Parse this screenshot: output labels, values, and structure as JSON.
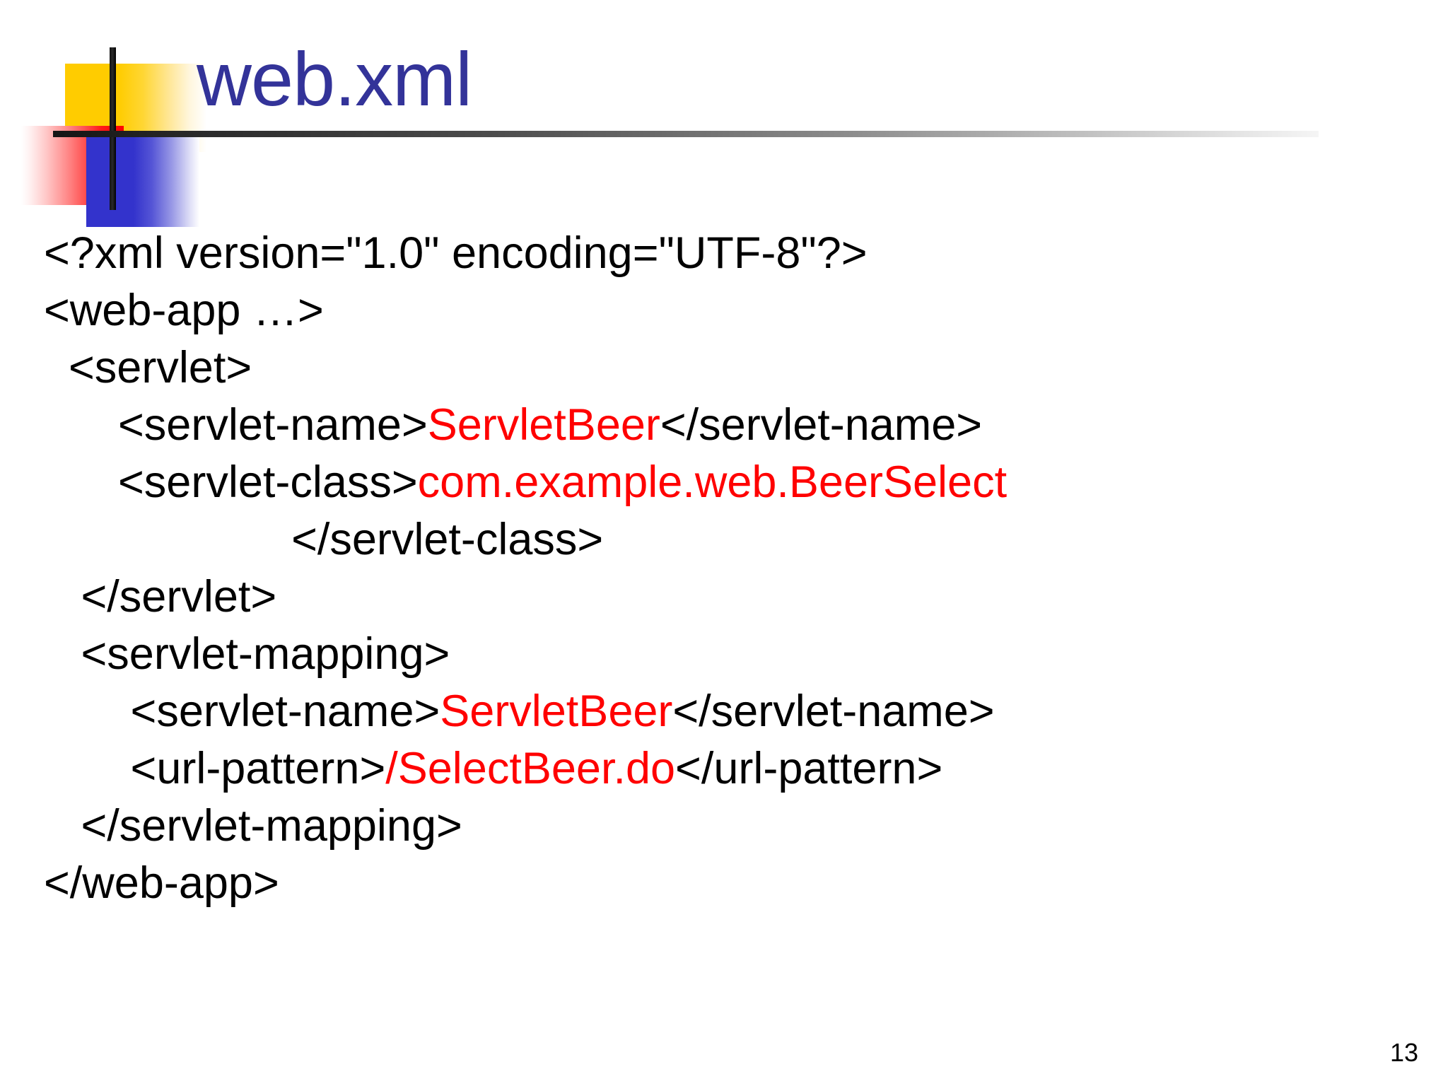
{
  "slide": {
    "title": "web.xml",
    "title_color": "#333399",
    "background_color": "#ffffff",
    "page_number": "13"
  },
  "logo": {
    "yellow_color": "#ffcc00",
    "red_color": "#ff0000",
    "blue_color": "#3333cc",
    "bar_color": "#111111"
  },
  "code": {
    "highlight_color": "#ff0000",
    "text_color": "#000000",
    "lines": [
      {
        "id": "xml-declaration",
        "segments": [
          {
            "text": "<?xml version=\"1.0\" encoding=\"UTF-8\"?>",
            "highlight": false
          }
        ]
      },
      {
        "id": "web-app-open",
        "segments": [
          {
            "text": "<web-app …>",
            "highlight": false
          }
        ]
      },
      {
        "id": "servlet-open",
        "segments": [
          {
            "text": "  <servlet>",
            "highlight": false
          }
        ]
      },
      {
        "id": "servlet-name",
        "segments": [
          {
            "text": "      <servlet-name>",
            "highlight": false
          },
          {
            "text": "ServletBeer",
            "highlight": true
          },
          {
            "text": "</servlet-name>",
            "highlight": false
          }
        ]
      },
      {
        "id": "servlet-class",
        "segments": [
          {
            "text": "      <servlet-class>",
            "highlight": false
          },
          {
            "text": "com.example.web.BeerSelect",
            "highlight": true
          }
        ]
      },
      {
        "id": "servlet-class-close",
        "segments": [
          {
            "text": "                    </servlet-class>",
            "highlight": false
          }
        ]
      },
      {
        "id": "servlet-close",
        "segments": [
          {
            "text": "   </servlet>",
            "highlight": false
          }
        ]
      },
      {
        "id": "servlet-mapping-open",
        "segments": [
          {
            "text": "   <servlet-mapping>",
            "highlight": false
          }
        ]
      },
      {
        "id": "mapping-servlet-name",
        "segments": [
          {
            "text": "       <servlet-name>",
            "highlight": false
          },
          {
            "text": "ServletBeer",
            "highlight": true
          },
          {
            "text": "</servlet-name>",
            "highlight": false
          }
        ]
      },
      {
        "id": "url-pattern",
        "segments": [
          {
            "text": "       <url-pattern>",
            "highlight": false
          },
          {
            "text": "/SelectBeer.do",
            "highlight": true
          },
          {
            "text": "</url-pattern>",
            "highlight": false
          }
        ]
      },
      {
        "id": "servlet-mapping-close",
        "segments": [
          {
            "text": "   </servlet-mapping>",
            "highlight": false
          }
        ]
      },
      {
        "id": "web-app-close",
        "segments": [
          {
            "text": "</web-app>",
            "highlight": false
          }
        ]
      }
    ]
  }
}
